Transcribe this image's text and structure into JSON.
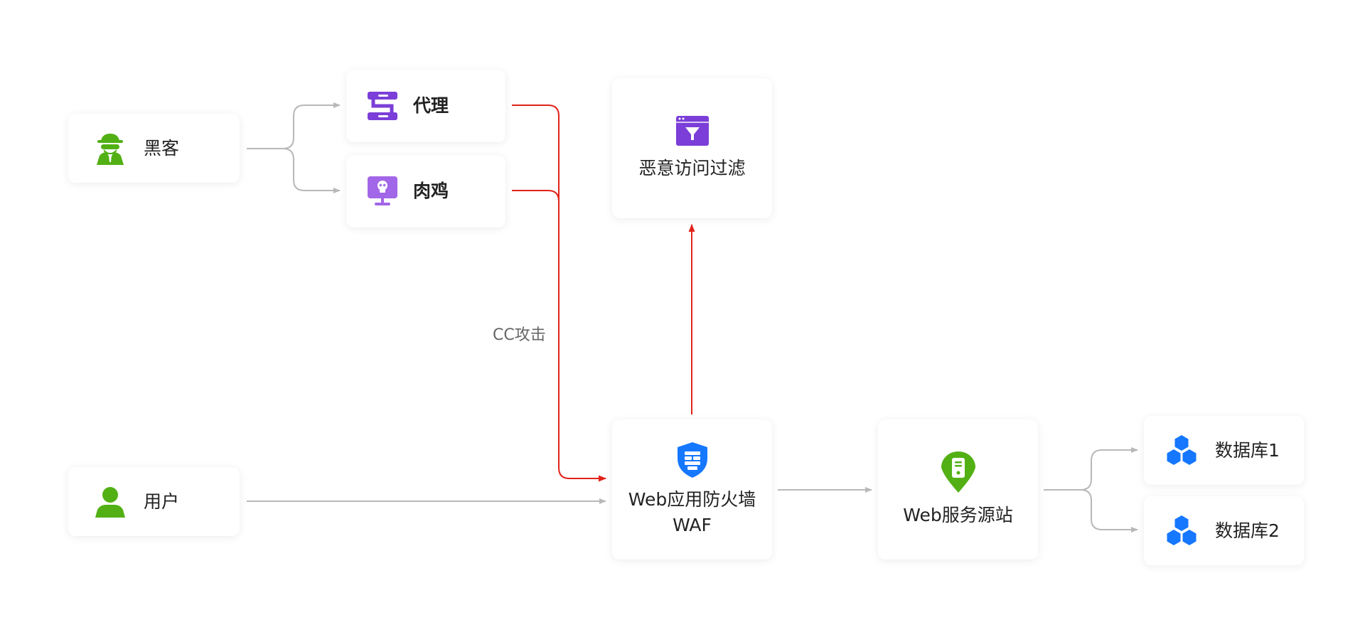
{
  "nodes": {
    "hacker": {
      "label": "黑客",
      "icon": "spy-icon"
    },
    "proxy": {
      "label": "代理",
      "icon": "proxy-server-icon"
    },
    "zombie": {
      "label": "肉鸡",
      "icon": "skull-monitor-icon"
    },
    "user": {
      "label": "用户",
      "icon": "user-icon"
    },
    "filter": {
      "label": "恶意访问过滤",
      "icon": "filter-window-icon"
    },
    "waf": {
      "label_line1": "Web应用防火墙",
      "label_line2": "WAF",
      "icon": "shield-firewall-icon"
    },
    "origin": {
      "label": "Web服务源站",
      "icon": "server-pin-icon"
    },
    "db1": {
      "label": "数据库1",
      "icon": "database-cubes-icon"
    },
    "db2": {
      "label": "数据库2",
      "icon": "database-cubes-icon"
    }
  },
  "edges": {
    "attack_label": "CC攻击"
  },
  "colors": {
    "green": "#52B014",
    "purple": "#7B3ED8",
    "blue": "#1677FF",
    "attack_red": "#E2231A",
    "normal_gray": "#B8B8B8"
  }
}
